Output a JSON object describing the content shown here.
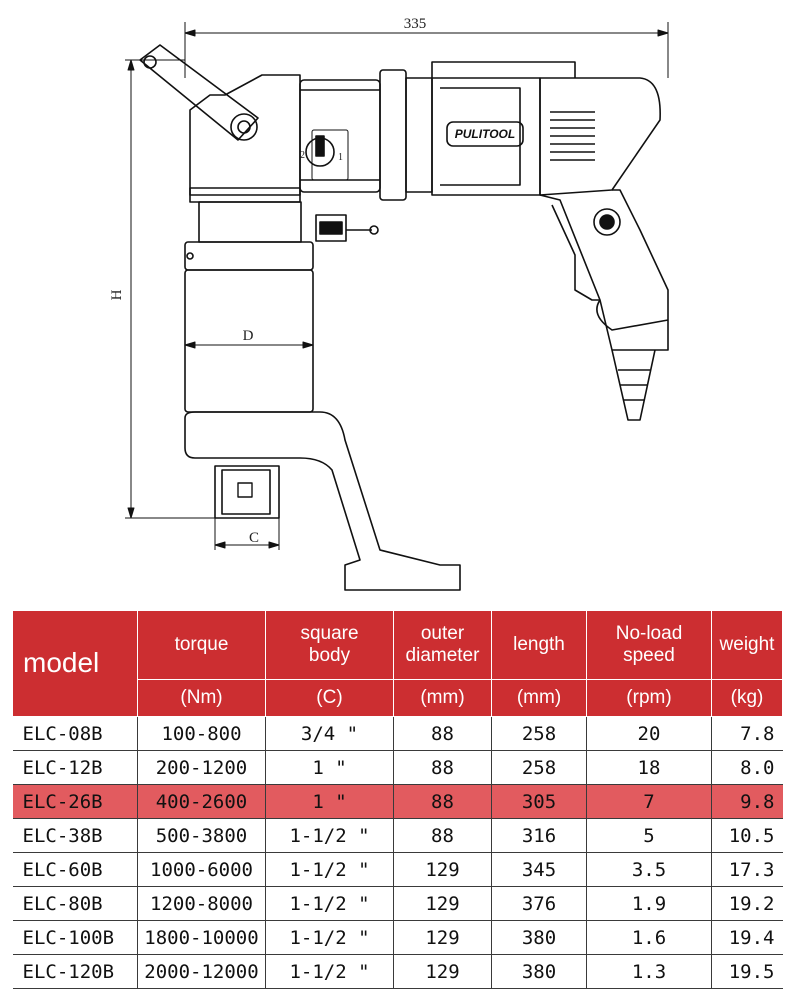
{
  "drawing": {
    "brand": "PULITOOL",
    "dimensions": {
      "width": "335",
      "height": "H",
      "diameter": "D",
      "square": "C"
    },
    "selector_marks": [
      "2",
      "1"
    ]
  },
  "table": {
    "headers": {
      "model": "model",
      "torque": "torque",
      "torque_unit": "(Nm)",
      "square_1": "square",
      "square_2": "body",
      "square_unit": "(C)",
      "outer_1": "outer",
      "outer_2": "diameter",
      "outer_unit": "(mm)",
      "length": "length",
      "length_unit": "(mm)",
      "speed_1": "No-load",
      "speed_2": "speed",
      "speed_unit": "(rpm)",
      "weight": "weight",
      "weight_unit": "(kg)"
    },
    "rows": [
      {
        "model": "ELC-08B",
        "torque": "100-800",
        "square": "3/4 \"",
        "outer": "88",
        "length": "258",
        "speed": "20",
        "weight": "7.8"
      },
      {
        "model": "ELC-12B",
        "torque": "200-1200",
        "square": "1 \"",
        "outer": "88",
        "length": "258",
        "speed": "18",
        "weight": "8.0"
      },
      {
        "model": "ELC-26B",
        "torque": "400-2600",
        "square": "1 \"",
        "outer": "88",
        "length": "305",
        "speed": "7",
        "weight": "9.8"
      },
      {
        "model": "ELC-38B",
        "torque": "500-3800",
        "square": "1-1/2 \"",
        "outer": "88",
        "length": "316",
        "speed": "5",
        "weight": "10.5"
      },
      {
        "model": "ELC-60B",
        "torque": "1000-6000",
        "square": "1-1/2 \"",
        "outer": "129",
        "length": "345",
        "speed": "3.5",
        "weight": "17.3"
      },
      {
        "model": "ELC-80B",
        "torque": "1200-8000",
        "square": "1-1/2 \"",
        "outer": "129",
        "length": "376",
        "speed": "1.9",
        "weight": "19.2"
      },
      {
        "model": "ELC-100B",
        "torque": "1800-10000",
        "square": "1-1/2 \"",
        "outer": "129",
        "length": "380",
        "speed": "1.6",
        "weight": "19.4"
      },
      {
        "model": "ELC-120B",
        "torque": "2000-12000",
        "square": "1-1/2 \"",
        "outer": "129",
        "length": "380",
        "speed": "1.3",
        "weight": "19.5"
      }
    ],
    "highlight_row": 2,
    "colors": {
      "header": "#cc2e31",
      "highlight": "#e25b5f"
    }
  }
}
